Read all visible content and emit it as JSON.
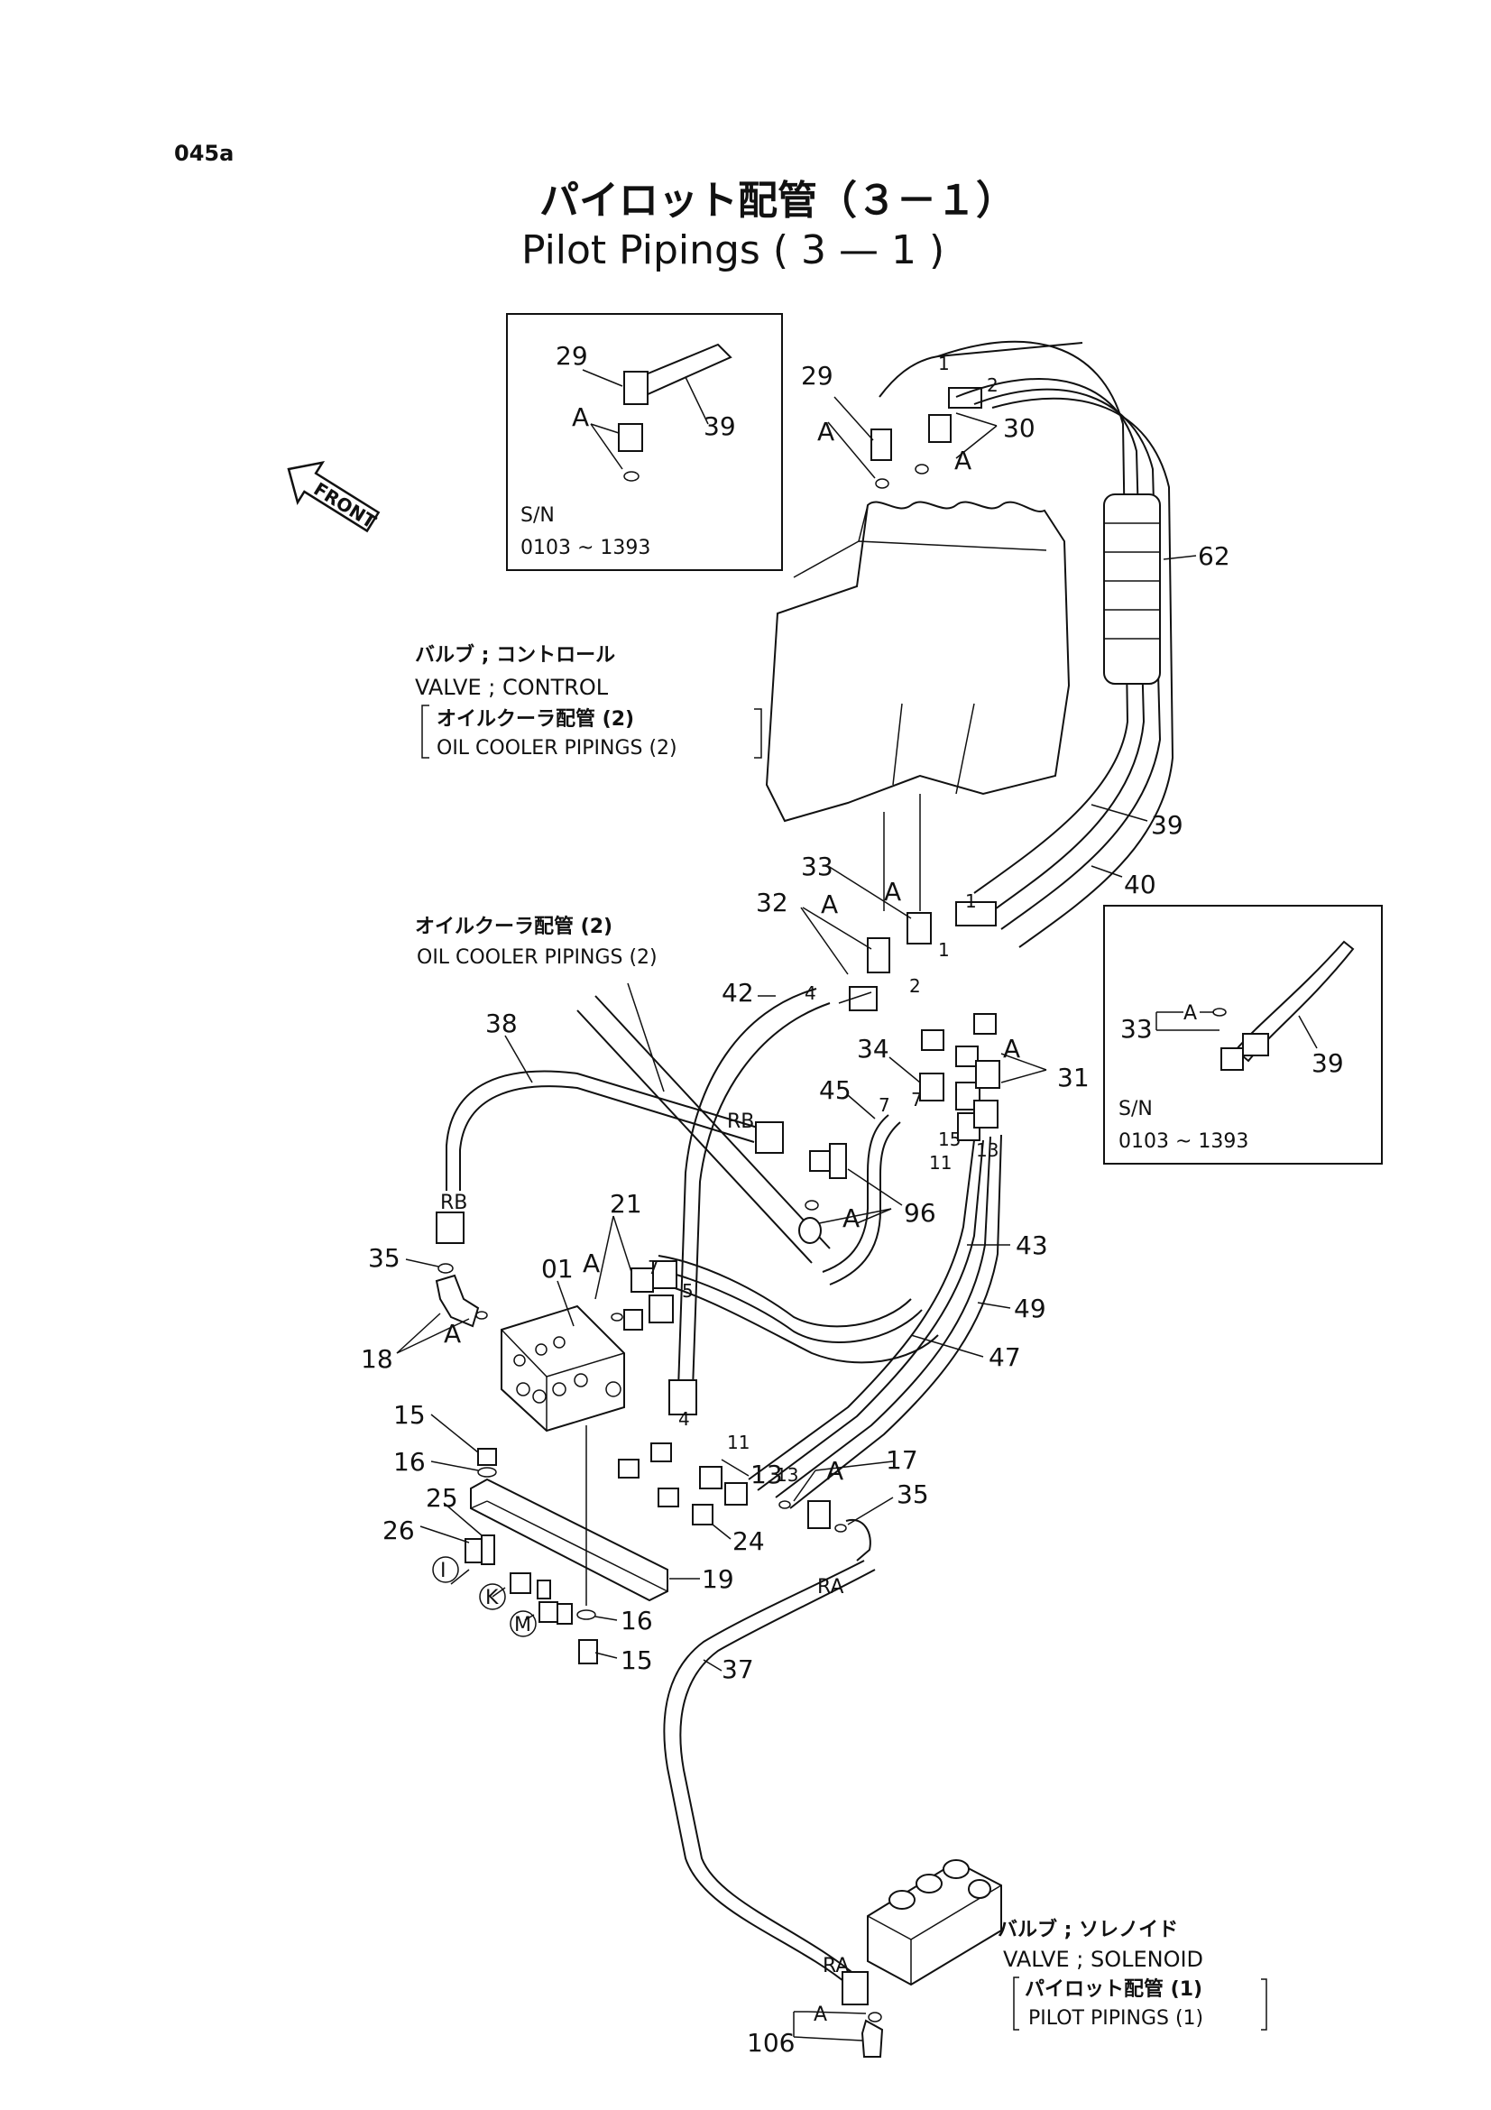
{
  "page_code": "045a",
  "title_jp": "パイロット配管（３－１）",
  "title_en": "Pilot Pipings ( 3 — 1 )",
  "front_label": "FRONT",
  "sn_boxes": [
    {
      "sn": "S/N",
      "range": "0103 ~ 1393"
    },
    {
      "sn": "S/N",
      "range": "0103 ~ 1393"
    }
  ],
  "notes": {
    "control_jp": "バルブ ; コントロール",
    "control_en": "VALVE ; CONTROL",
    "oil_cooler_jp_bracket": "オイルクーラ配管 (2)",
    "oil_cooler_en_bracket": "OIL COOLER PIPINGS (2)",
    "oil_cooler_jp": "オイルクーラ配管 (2)",
    "oil_cooler_en": "OIL COOLER PIPINGS (2)",
    "solenoid_jp": "バルブ ; ソレノイド",
    "solenoid_en": "VALVE ; SOLENOID",
    "pilot1_jp": "パイロット配管 (1)",
    "pilot1_en": "PILOT PIPINGS (1)"
  },
  "callouts": {
    "p29a": "29",
    "p39a": "39",
    "pAa": "A",
    "p29b": "29",
    "pAb": "A",
    "p30": "30",
    "pAc": "A",
    "p62": "62",
    "p39b": "39",
    "p40": "40",
    "p33a": "33",
    "pAd": "A",
    "p32": "32",
    "pAe": "A",
    "p42": "42",
    "p38": "38",
    "pRB1": "RB",
    "pRB2": "RB",
    "p34": "34",
    "pAf": "A",
    "p31": "31",
    "p45": "45",
    "p96": "96",
    "pAg": "A",
    "p21": "21",
    "pAh": "A",
    "p01": "01",
    "p35a": "35",
    "p18": "18",
    "pAi": "A",
    "p43": "43",
    "p49": "49",
    "p47": "47",
    "p15a": "15",
    "p16a": "16",
    "p25": "25",
    "p26": "26",
    "p13": "13",
    "pAj": "A",
    "p17": "17",
    "p35b": "35",
    "p24": "24",
    "p19": "19",
    "p16b": "16",
    "p15b": "15",
    "pRA1": "RA",
    "p37": "37",
    "pRA2": "RA",
    "pAk": "A",
    "p106": "106",
    "p33b": "33",
    "pAl": "A",
    "p39c": "39",
    "h1": "1",
    "h2": "2",
    "h4": "4",
    "h7": "7",
    "h1b": "1",
    "h2b": "2",
    "h7b": "7",
    "h15": "15",
    "h11": "11",
    "h13": "13",
    "h7c": "7",
    "h5": "5",
    "h4b": "4",
    "h11b": "11",
    "h13b": "13",
    "h1c": "1",
    "cI": "I",
    "cK": "K",
    "cM": "M"
  }
}
